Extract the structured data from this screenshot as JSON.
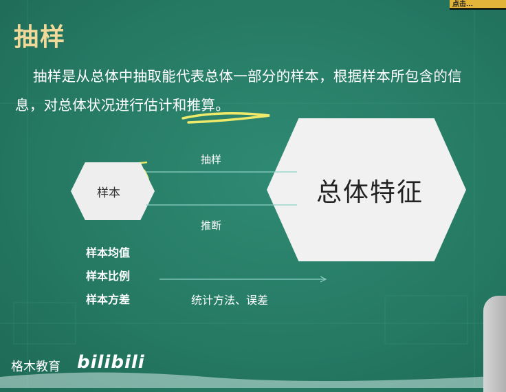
{
  "slide": {
    "title": "抽样",
    "paragraph": "抽样是从总体中抽取能代表总体一部分的样本，根据样本所包含的信息，对总体状况进行估计和推算。"
  },
  "diagram": {
    "sample_label": "样本",
    "population_label": "总体特征",
    "arrow_top_label": "抽样",
    "arrow_bottom_label": "推断",
    "stats": [
      "样本均值",
      "样本比例",
      "样本方差"
    ],
    "methods_label": "统计方法、误差"
  },
  "watermarks": {
    "brand": "格木教育",
    "site": "bilibili"
  },
  "corner_badge": {
    "text": "点击…"
  },
  "colors": {
    "board": "#267a64",
    "title": "#f1d99a",
    "highlight": "#f0ea6a"
  }
}
